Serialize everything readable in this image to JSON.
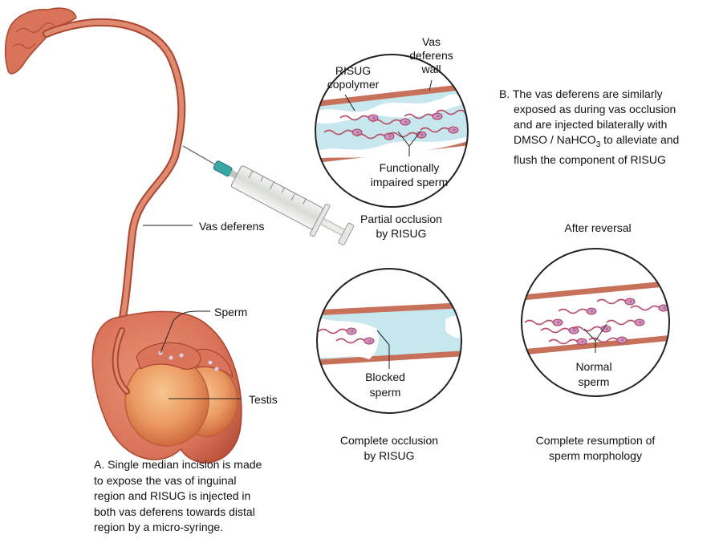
{
  "colors": {
    "organ": "#d9735a",
    "organ_dark": "#b84c36",
    "vas": "#d97562",
    "lumen": "#c7e7ee",
    "sperm": "#b8506a",
    "sperm_head": "#d98fb8",
    "circle_border": "#222222"
  },
  "labels": {
    "vas_deferens": "Vas deferens",
    "sperm": "Sperm",
    "testis": "Testis",
    "risug_copolymer": "RISUG\ncopolymer",
    "vas_wall": "Vas\ndeferens\nwall",
    "impaired_sperm": "Functionally\nimpaired sperm",
    "blocked_sperm": "Blocked\nsperm",
    "normal_sperm": "Normal\nsperm",
    "after_reversal": "After reversal"
  },
  "captions": {
    "partial": "Partial occlusion\nby RISUG",
    "complete": "Complete occlusion\nby RISUG",
    "resumption": "Complete resumption of\nsperm morphology"
  },
  "notes": {
    "a": "A. Single median incision is made\n    to expose the vas of inguinal\n    region and RISUG is injected in\n    both vas deferens towards distal\n    region by a micro-syringe.",
    "b_line1": "B. The vas deferens are similarly",
    "b_line2": "exposed as during vas occlusion",
    "b_line3": "and are injected bilaterally with",
    "b_line4_pre": "DMSO / NaHCO",
    "b_line4_sub": "3",
    "b_line4_post": " to alleviate and",
    "b_line5": "flush the component of RISUG"
  }
}
